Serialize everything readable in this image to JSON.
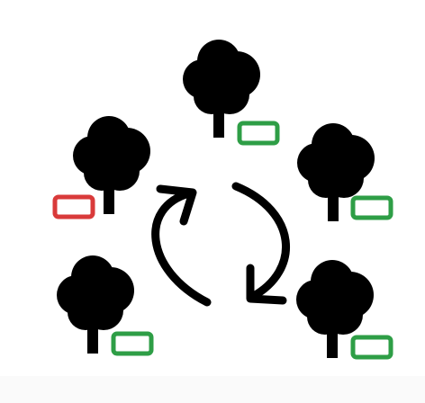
{
  "diagram": {
    "type": "tree-rotation-cycle",
    "tree_color": "#000000",
    "arrow_color": "#000000",
    "tag_colors": {
      "active": "#2e9e46",
      "inactive": "#d93a3a"
    },
    "trees": [
      {
        "id": "top",
        "tag_status": "active"
      },
      {
        "id": "left",
        "tag_status": "inactive"
      },
      {
        "id": "right",
        "tag_status": "active"
      },
      {
        "id": "bottom-left",
        "tag_status": "active"
      },
      {
        "id": "bottom-right",
        "tag_status": "active"
      }
    ],
    "cycle_arrows": [
      {
        "id": "left-arc",
        "direction": "clockwise"
      },
      {
        "id": "right-arc",
        "direction": "clockwise"
      }
    ]
  }
}
